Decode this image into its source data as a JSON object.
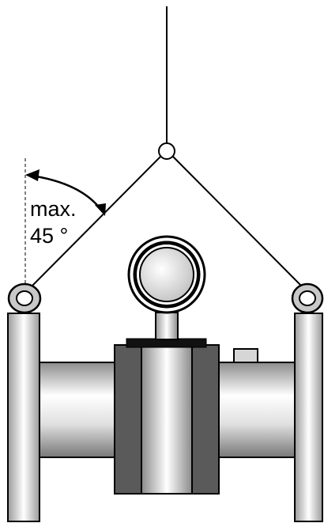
{
  "annotation": {
    "line1": "max.",
    "line2": "45 °"
  },
  "colors": {
    "stroke": "#000000",
    "metal_light": "#ffffff",
    "metal_mid": "#c8c8c8",
    "metal_dark": "#8a8a8a",
    "liner_dark": "#5a5a5a",
    "plate": "#111111"
  },
  "max_angle_deg": 45
}
